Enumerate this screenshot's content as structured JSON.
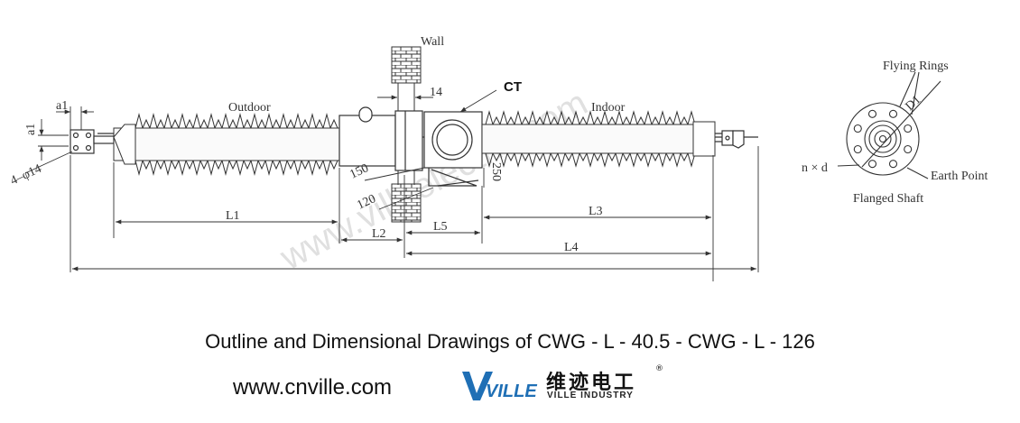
{
  "labels": {
    "wall": "Wall",
    "outdoor": "Outdoor",
    "indoor": "Indoor",
    "ct": "CT",
    "dim_14": "14",
    "dim_150": "150",
    "dim_120": "120",
    "dim_250": "250",
    "a1_top": "a1",
    "a1_side": "a1",
    "holes": "4–φ14",
    "L1": "L1",
    "L2": "L2",
    "L3": "L3",
    "L4": "L4",
    "L5": "L5",
    "flying_rings": "Flying Rings",
    "d1": "D1",
    "nxd": "n × d",
    "earth_point": "Earth Point",
    "flanged_shaft": "Flanged Shaft"
  },
  "watermark": "www.villeelectric.com",
  "caption": "Outline and Dimensional Drawings of CWG - L - 40.5 - CWG - L - 126",
  "footer": {
    "url": "www.cnville.com",
    "logo_mark": "VILLE",
    "logo_cn": "维迹电工",
    "logo_en": "VILLE INDUSTRY",
    "logo_reg": "®"
  },
  "colors": {
    "line": "#333333",
    "logo_blue": "#1f6fb5",
    "watermark": "#bbbbbb"
  }
}
